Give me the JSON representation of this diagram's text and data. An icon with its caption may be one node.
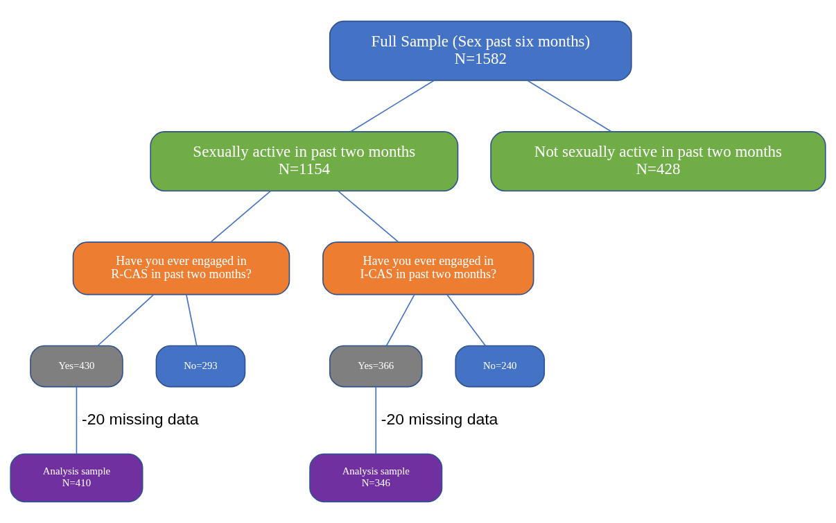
{
  "diagram": {
    "nodes": [
      {
        "text": [
          "Full Sample (Sex past six months)",
          "N=1582"
        ]
      },
      {
        "text": [
          "Sexually active in past two months",
          "N=1154"
        ]
      },
      {
        "text": [
          "Not sexually active in past two months",
          "N=428"
        ]
      },
      {
        "text": [
          "Have you ever engaged in R-CAS in past two months?"
        ]
      },
      {
        "text": [
          "Have you ever engaged in I-CAS in past two months?"
        ]
      },
      {
        "text": [
          "Yes=430"
        ]
      },
      {
        "text": [
          "No=293"
        ]
      },
      {
        "text": [
          "Yes=366"
        ]
      },
      {
        "text": [
          "No=240"
        ]
      },
      {
        "text": [
          "Analysis sample",
          "N=410"
        ]
      },
      {
        "text": [
          "Analysis sample",
          "N=346"
        ]
      }
    ],
    "edges": [
      {
        "from": 0,
        "to": 1,
        "arrow": "none"
      },
      {
        "from": 0,
        "to": 2,
        "arrow": "none"
      },
      {
        "from": 1,
        "to": 3,
        "arrow": "none"
      },
      {
        "from": 1,
        "to": 4,
        "arrow": "none"
      },
      {
        "from": 3,
        "to": 5,
        "arrow": "none"
      },
      {
        "from": 3,
        "to": 6,
        "arrow": "none"
      },
      {
        "from": 4,
        "to": 7,
        "arrow": "none"
      },
      {
        "from": 4,
        "to": 8,
        "arrow": "none"
      },
      {
        "from": 5,
        "to": 9,
        "arrow": "none",
        "label": "-20 missing data"
      },
      {
        "from": 7,
        "to": 10,
        "arrow": "none",
        "label": "-20 missing data"
      }
    ]
  }
}
